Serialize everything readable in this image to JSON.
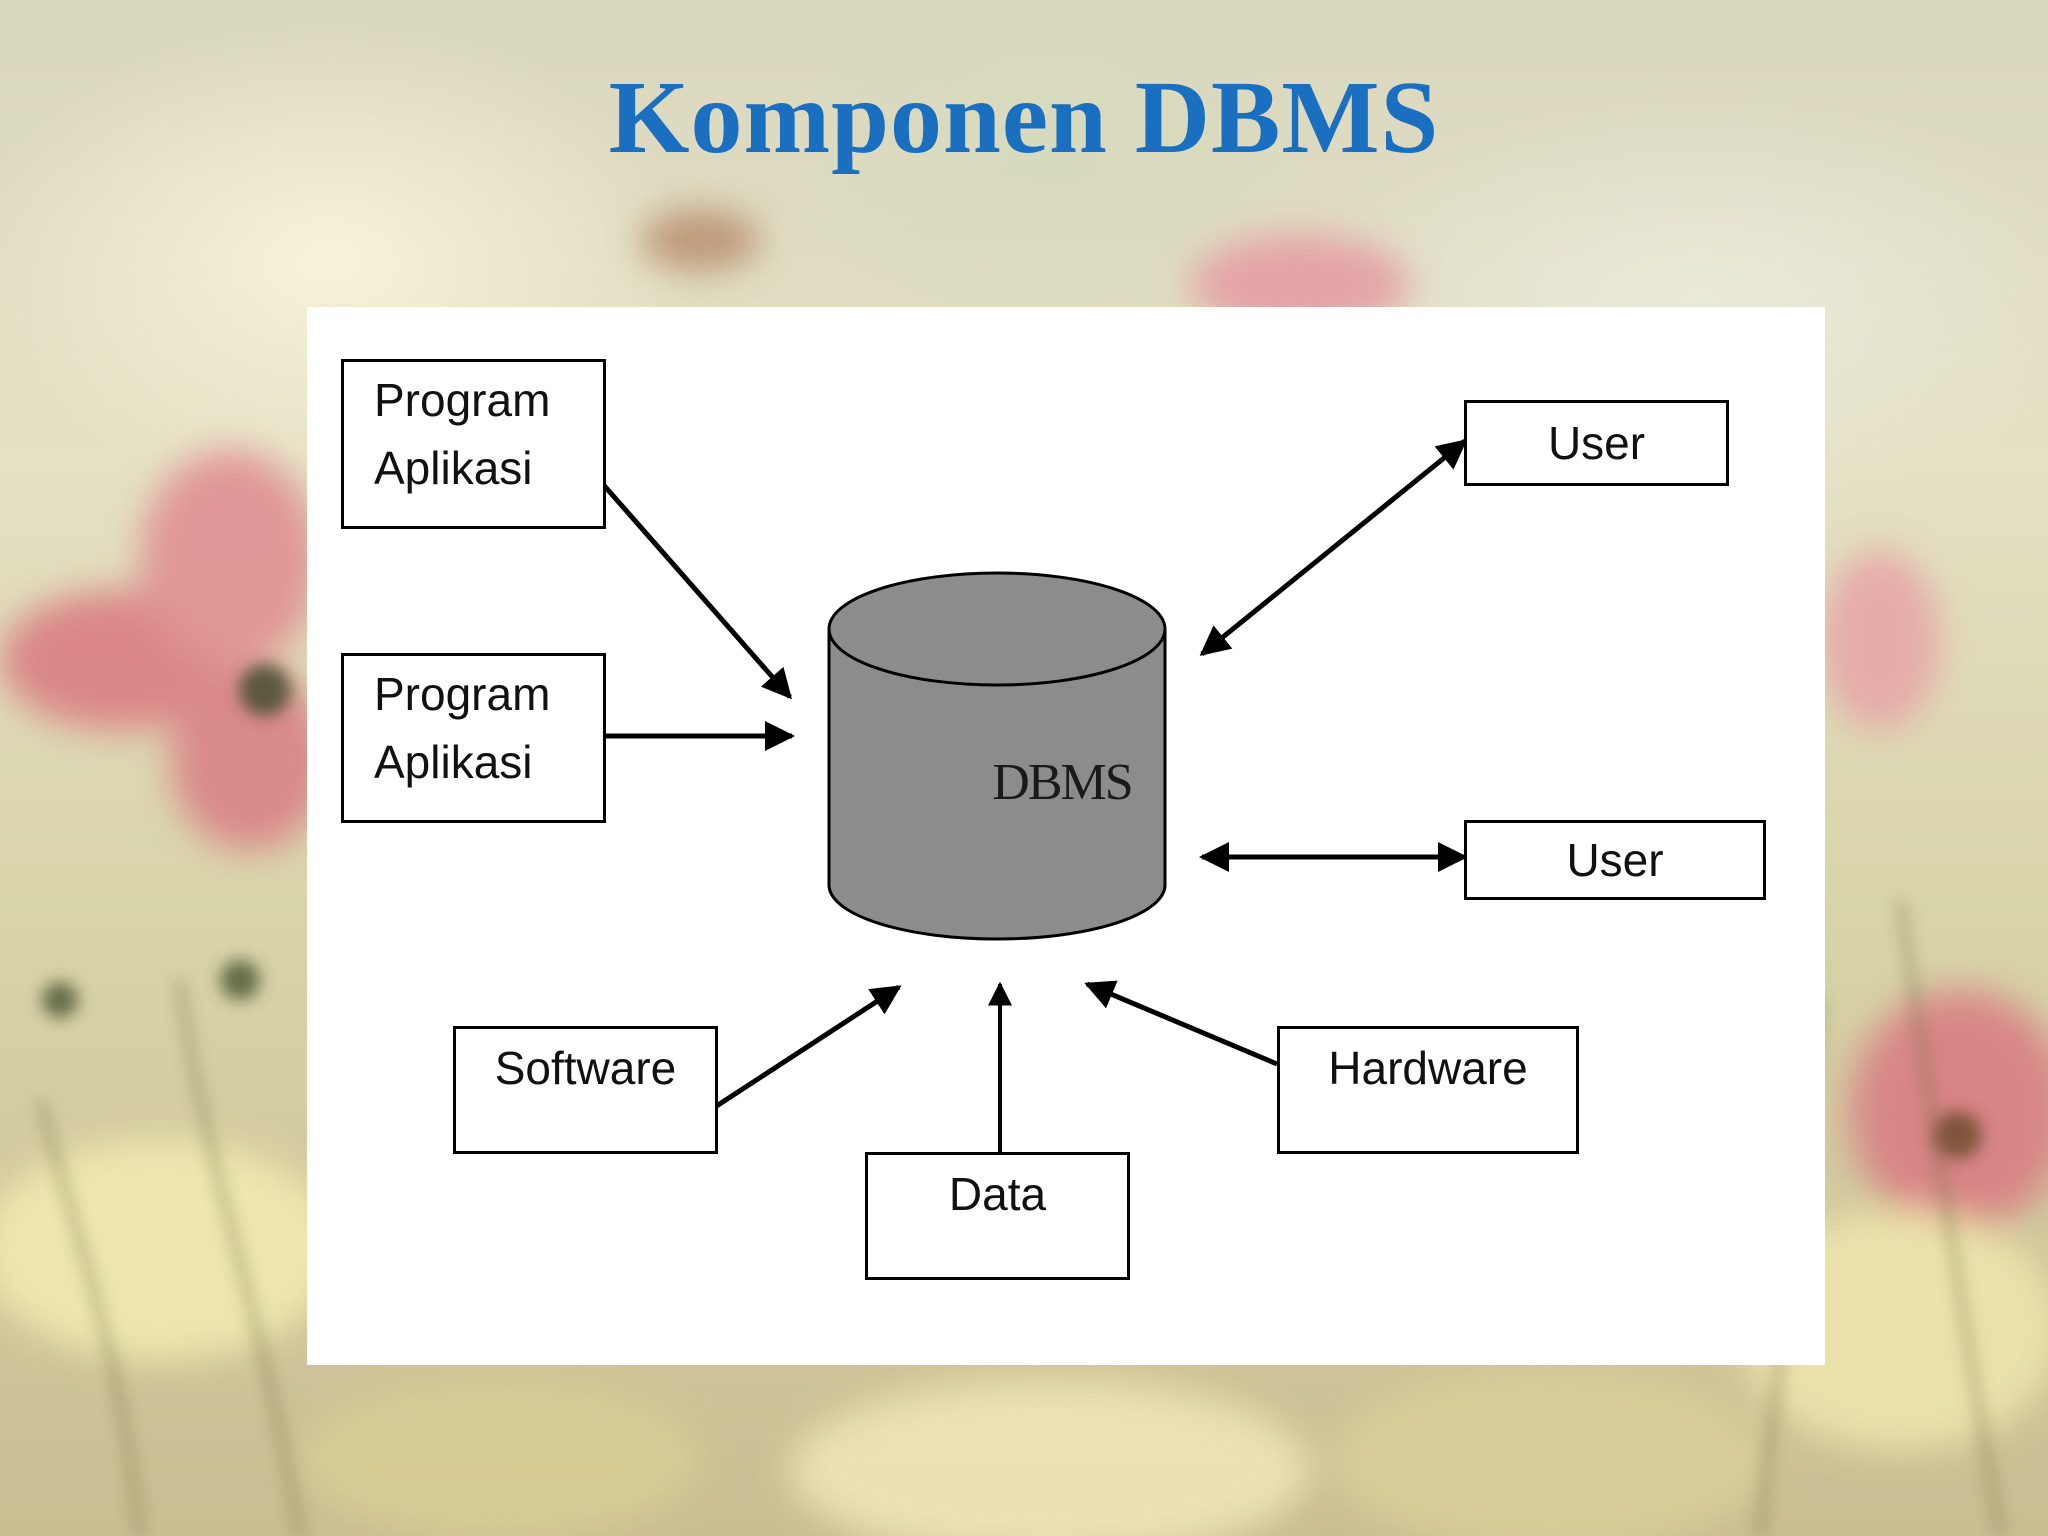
{
  "title": "Komponen DBMS",
  "diagram": {
    "center": "DBMS",
    "program_1": {
      "line1": "Program",
      "line2": "Aplikasi"
    },
    "program_2": {
      "line1": "Program",
      "line2": "Aplikasi"
    },
    "user_1": "User",
    "user_2": "User",
    "software": "Software",
    "data": "Data",
    "hardware": "Hardware"
  },
  "colors": {
    "title": "#1a6fc0",
    "cylinder_fill": "#8c8c8c",
    "stroke": "#000000",
    "panel": "#ffffff"
  }
}
